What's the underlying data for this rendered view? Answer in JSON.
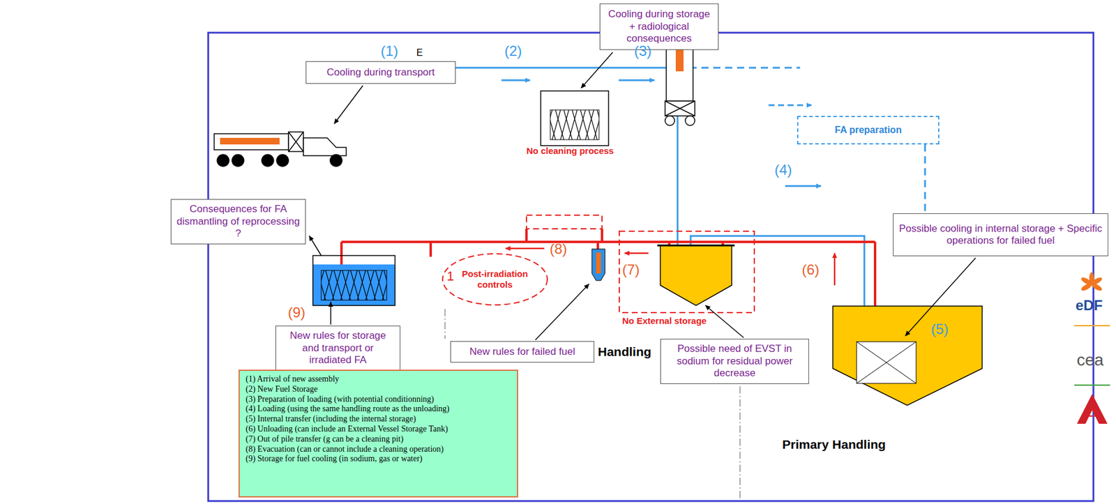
{
  "diagram": {
    "nodes": [
      {
        "text": [
          "Cooling during transport"
        ]
      },
      {
        "text": [
          "Cooling during storage + radiological consequences"
        ]
      },
      {
        "text": [
          "FA preparation"
        ]
      },
      {
        "text": [
          "Possible cooling in internal storage + Specific operations for failed fuel"
        ]
      },
      {
        "text": [
          "Consequences for FA dismantling of reprocessing ?"
        ]
      },
      {
        "text": [
          "Post-irradiation controls"
        ]
      },
      {
        "text": [
          "New rules for storage and transport or irradiated FA"
        ]
      },
      {
        "text": [
          "New rules for failed fuel"
        ]
      },
      {
        "text": [
          "Possible need of EVST in sodium for residual power decrease"
        ]
      },
      {
        "text": [
          "(1) Arrival of new assembly",
          "(2) New Fuel Storage",
          "(3) Preparation of loading (with potential conditionning)",
          "(4) Loading (using the same handling route as the unloading)",
          "(5) Internal transfer (including the internal storage)",
          "(6) Unloading (can include an External Vessel Storage Tank)",
          "(7) Out of pile transfer (g can be a cleaning pit)",
          "(8) Evacuation (can or cannot include a cleaning operation)",
          "(9) Storage for fuel cooling (in sodium, gas or water)"
        ]
      }
    ],
    "labels": [
      "(1)",
      "E",
      "(2)",
      "(3)",
      "(4)",
      "(5)",
      "(6)",
      "(7)",
      "(8)",
      "(9)",
      "No cleaning process",
      "No External storage",
      "1",
      "Handling",
      "Primary Handling",
      "eDF",
      "cea"
    ]
  }
}
